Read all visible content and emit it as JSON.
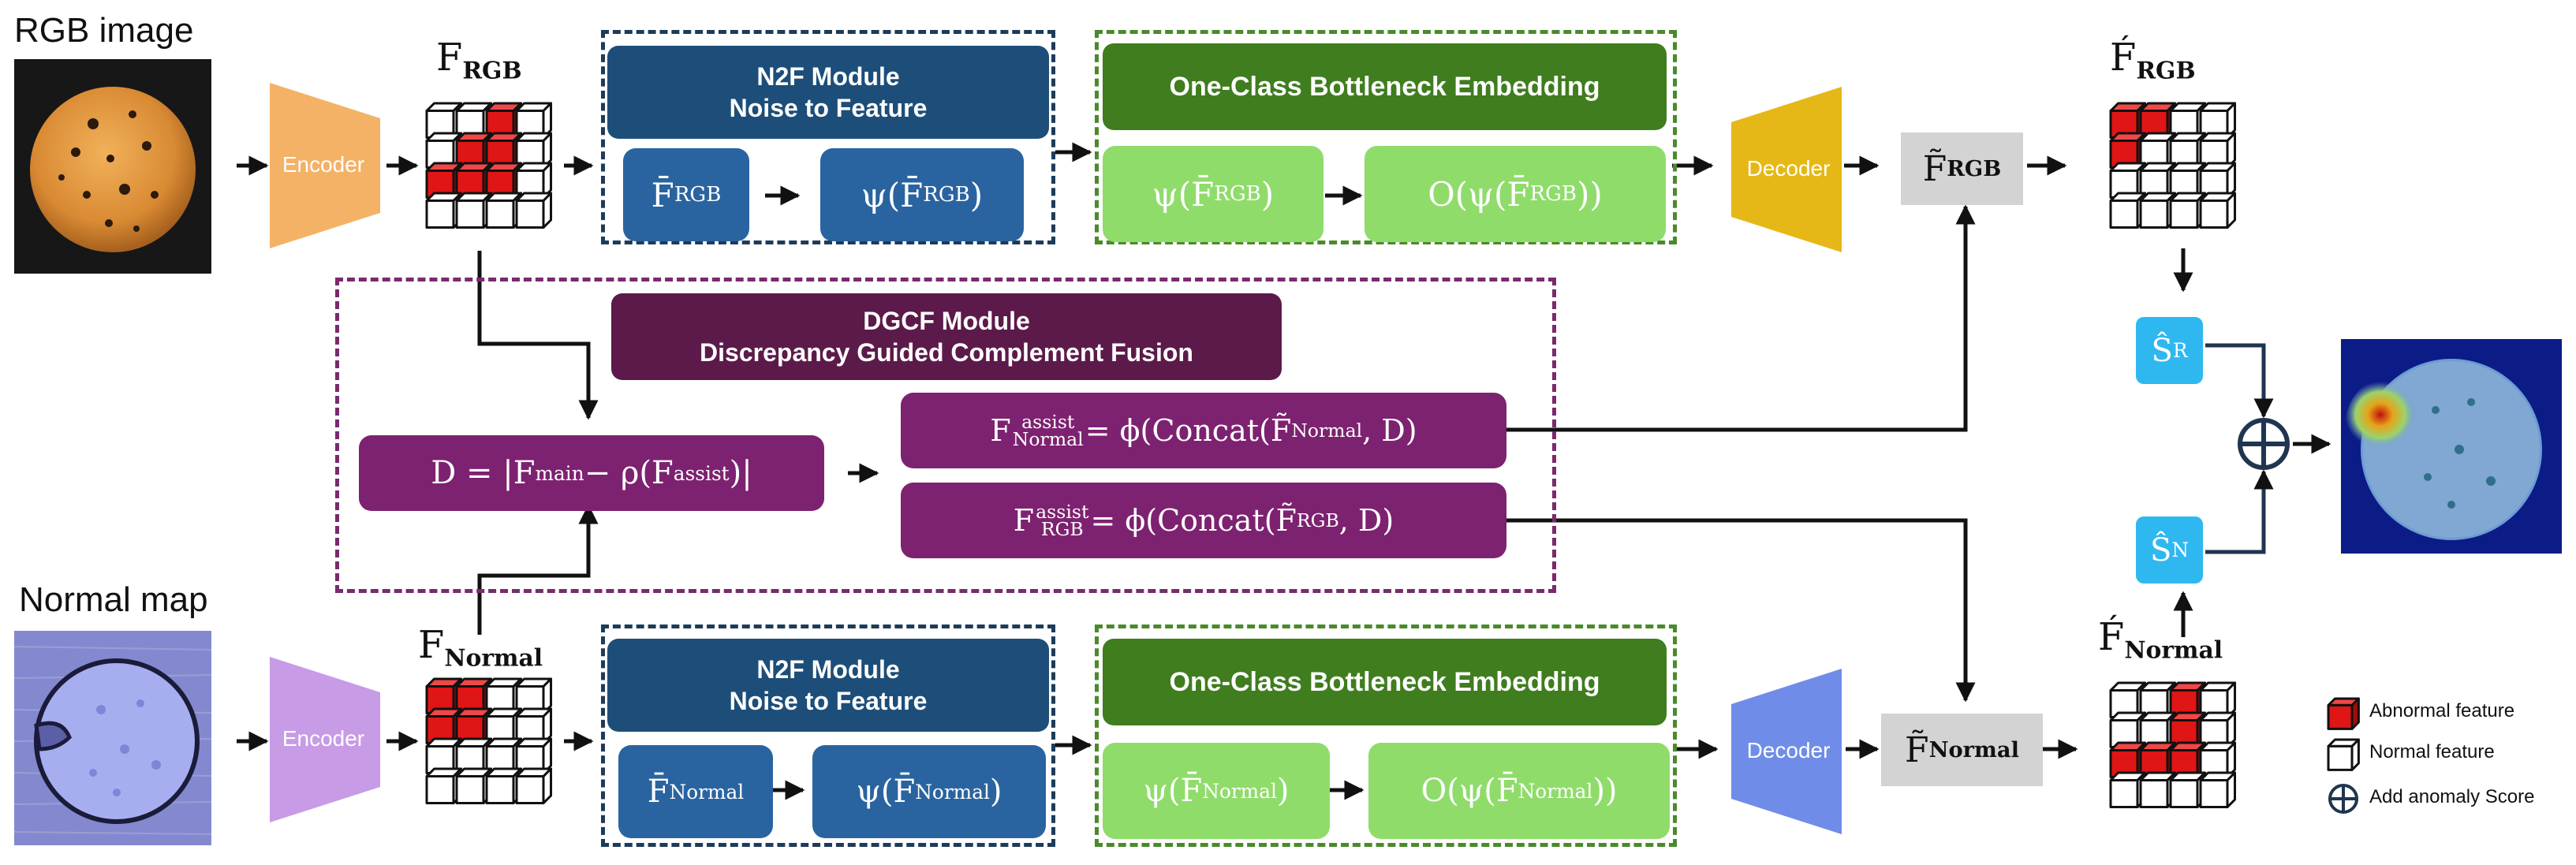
{
  "labels": {
    "rgb_image": "RGB image",
    "normal_map": "Normal map"
  },
  "encoder": {
    "label": "Encoder",
    "top_color": "#f4b266",
    "bottom_color": "#c79be6"
  },
  "decoder": {
    "label": "Decoder",
    "top_color": "#e6b817",
    "bottom_color": "#6f8de8"
  },
  "feature_labels": {
    "f_rgb": {
      "main": "F",
      "sub": "RGB"
    },
    "f_normal": {
      "main": "F",
      "sub": "Normal"
    },
    "f_rgb_rec": {
      "main": "F́",
      "sub": "RGB"
    },
    "f_normal_rec": {
      "main": "F́",
      "sub": "Normal"
    }
  },
  "n2f": {
    "title_line1": "N2F Module",
    "title_line2": "Noise to Feature",
    "top_in": {
      "main": "F̄",
      "sub": "RGB"
    },
    "top_out": {
      "pre": "ψ(F̄",
      "sub": "RGB",
      "post": ")"
    },
    "bottom_in": {
      "main": "F̄",
      "sub": "Normal"
    },
    "bottom_out": {
      "pre": "ψ(F̄",
      "sub": "Normal",
      "post": ")"
    }
  },
  "ocbe": {
    "title": "One-Class Bottleneck Embedding",
    "top_in": {
      "pre": "ψ(F̄",
      "sub": "RGB",
      "post": ")"
    },
    "top_out": {
      "pre": "O(ψ(F̄",
      "sub": "RGB",
      "post": "))"
    },
    "bottom_in": {
      "pre": "ψ(F̄",
      "sub": "Normal",
      "post": ")"
    },
    "bottom_out": {
      "pre": "O(ψ(F̄",
      "sub": "Normal",
      "post": "))"
    }
  },
  "dgcf": {
    "title_line1": "DGCF Module",
    "title_line2": "Discrepancy Guided Complement Fusion",
    "d_eq": {
      "a": "D = |F",
      "a_sub": "main",
      "b": " − ρ(F",
      "b_sub": "assist",
      "c": ")|"
    },
    "fn_eq": {
      "main": "F",
      "sup": "assist",
      "sub": "Normal",
      "rest": " = ϕ(Concat(F̃",
      "rest_sub": "Normal",
      "tail": ", D)"
    },
    "fr_eq": {
      "main": "F",
      "sup": "assist",
      "sub": "RGB",
      "rest": " = ϕ(Concat(F̃",
      "rest_sub": "RGB",
      "tail": ", D)"
    }
  },
  "tilde": {
    "rgb": {
      "main": "F̃",
      "sub": "RGB"
    },
    "normal": {
      "main": "F̃",
      "sub": "Normal"
    }
  },
  "scores": {
    "s_r": {
      "main": "Ŝ",
      "sub": "R"
    },
    "s_n": {
      "main": "Ŝ",
      "sub": "N"
    }
  },
  "legend": {
    "abnormal": "Abnormal feature",
    "normal": "Normal feature",
    "add": "Add anomaly Score",
    "abnormal_color": "#e01515"
  },
  "colors": {
    "n2f_dash": "#1d3b5a",
    "ocbe_dash": "#4a8a2a",
    "dgcf_dash": "#7a2a6e"
  },
  "cube_grids": {
    "f_rgb": [
      [
        0,
        0,
        1,
        0
      ],
      [
        0,
        1,
        1,
        0
      ],
      [
        1,
        1,
        1,
        0
      ],
      [
        0,
        0,
        0,
        0
      ]
    ],
    "f_normal": [
      [
        1,
        1,
        0,
        0
      ],
      [
        1,
        1,
        0,
        0
      ],
      [
        0,
        0,
        0,
        0
      ],
      [
        0,
        0,
        0,
        0
      ]
    ],
    "f_rgb_rec": [
      [
        1,
        1,
        0,
        0
      ],
      [
        1,
        0,
        0,
        0
      ],
      [
        0,
        0,
        0,
        0
      ],
      [
        0,
        0,
        0,
        0
      ]
    ],
    "f_normal_rec": [
      [
        0,
        0,
        1,
        0
      ],
      [
        0,
        0,
        1,
        0
      ],
      [
        1,
        1,
        1,
        0
      ],
      [
        0,
        0,
        0,
        0
      ]
    ]
  }
}
